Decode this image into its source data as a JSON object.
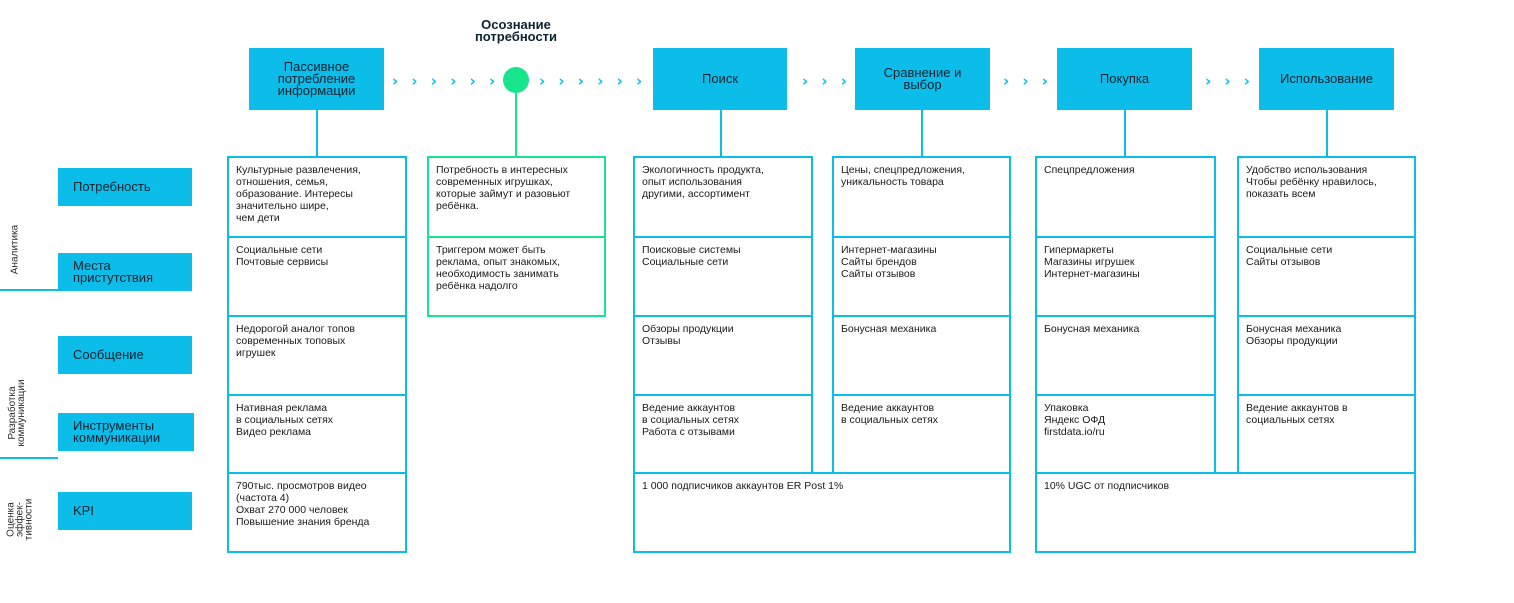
{
  "stages": [
    {
      "id": "passive",
      "label": "Пассивное потребление информации"
    },
    {
      "id": "search",
      "label": "Поиск"
    },
    {
      "id": "compare",
      "label": "Сравнение и выбор"
    },
    {
      "id": "purchase",
      "label": "Покупка"
    },
    {
      "id": "usage",
      "label": "Использование"
    }
  ],
  "awareness": {
    "label": "Осознание потребности"
  },
  "arrows": {
    "a1": "› › › › › ›",
    "a2": "› › › › › ›",
    "a3": "› › ›",
    "a4": "› › ›",
    "a5": "› › ›"
  },
  "groups": {
    "analytics": "Аналитика",
    "communication": "Разработка\nкоммуникации",
    "efficiency": "Оценка\nэффек-\nтивности"
  },
  "rows": {
    "need": "Потребность",
    "places": "Места пристутствия",
    "message": "Сообщение",
    "tools": "Инструменты коммуникации",
    "kpi": "KPI"
  },
  "cells": {
    "passive": {
      "need": "Культурные развлечения,\nотношения, семья,\nобразование. Интересы\nзначительно шире,\nчем дети",
      "places": "Социальные сети\nПочтовые сервисы",
      "message": "Недорогой аналог топов\nсовременных топовых\nигрушек",
      "tools": "Нативная реклама\nв социальных сетях\nВидео реклама",
      "kpi": "790тыс. просмотров видео\n(частота 4)\nОхват 270 000 человек\nПовышение знания бренда"
    },
    "awareness": {
      "need": "Потребность в интересных\nсовременных игрушках,\nкоторые займут и разовьют\nребёнка.",
      "places": "Триггером может быть\nреклама, опыт знакомых,\nнеобходимость занимать\nребёнка надолго"
    },
    "search": {
      "need": "Экологичность продукта,\nопыт использования\nдругими, ассортимент",
      "places": "Поисковые системы\nСоциальные сети",
      "message": "Обзоры продукции\nОтзывы",
      "tools": "Ведение аккаунтов\nв социальных сетях\nРабота с отзывами"
    },
    "compare": {
      "need": "Цены, спецпредложения,\nуникальность товара",
      "places": "Интернет-магазины\nСайты брендов\nСайты отзывов",
      "message": "Бонусная механика",
      "tools": "Ведение аккаунтов\nв социальных сетях"
    },
    "purchase": {
      "need": "Спецпредложения",
      "places": "Гипермаркеты\nМагазины игрушек\nИнтернет-магазины",
      "message": "Бонусная механика",
      "tools": "Упаковка\nЯндекс ОФД\nfirstdata.io/ru"
    },
    "usage": {
      "need": "Удобство использования\nЧтобы ребёнку нравилось,\nпоказать всем",
      "places": "Социальные сети\nСайты отзывов",
      "message": "Бонусная механика\nОбзоры продукции",
      "tools": "Ведение аккаунтов в\nсоциальных сетях"
    },
    "kpi_search_compare": "1 000 подписчиков аккаунтов ER Post 1%",
    "kpi_purchase_usage": "10% UGC от подписчиков"
  },
  "colors": {
    "accent": "#0bbde8",
    "awareness": "#17e68c",
    "text": "#0b2231"
  }
}
